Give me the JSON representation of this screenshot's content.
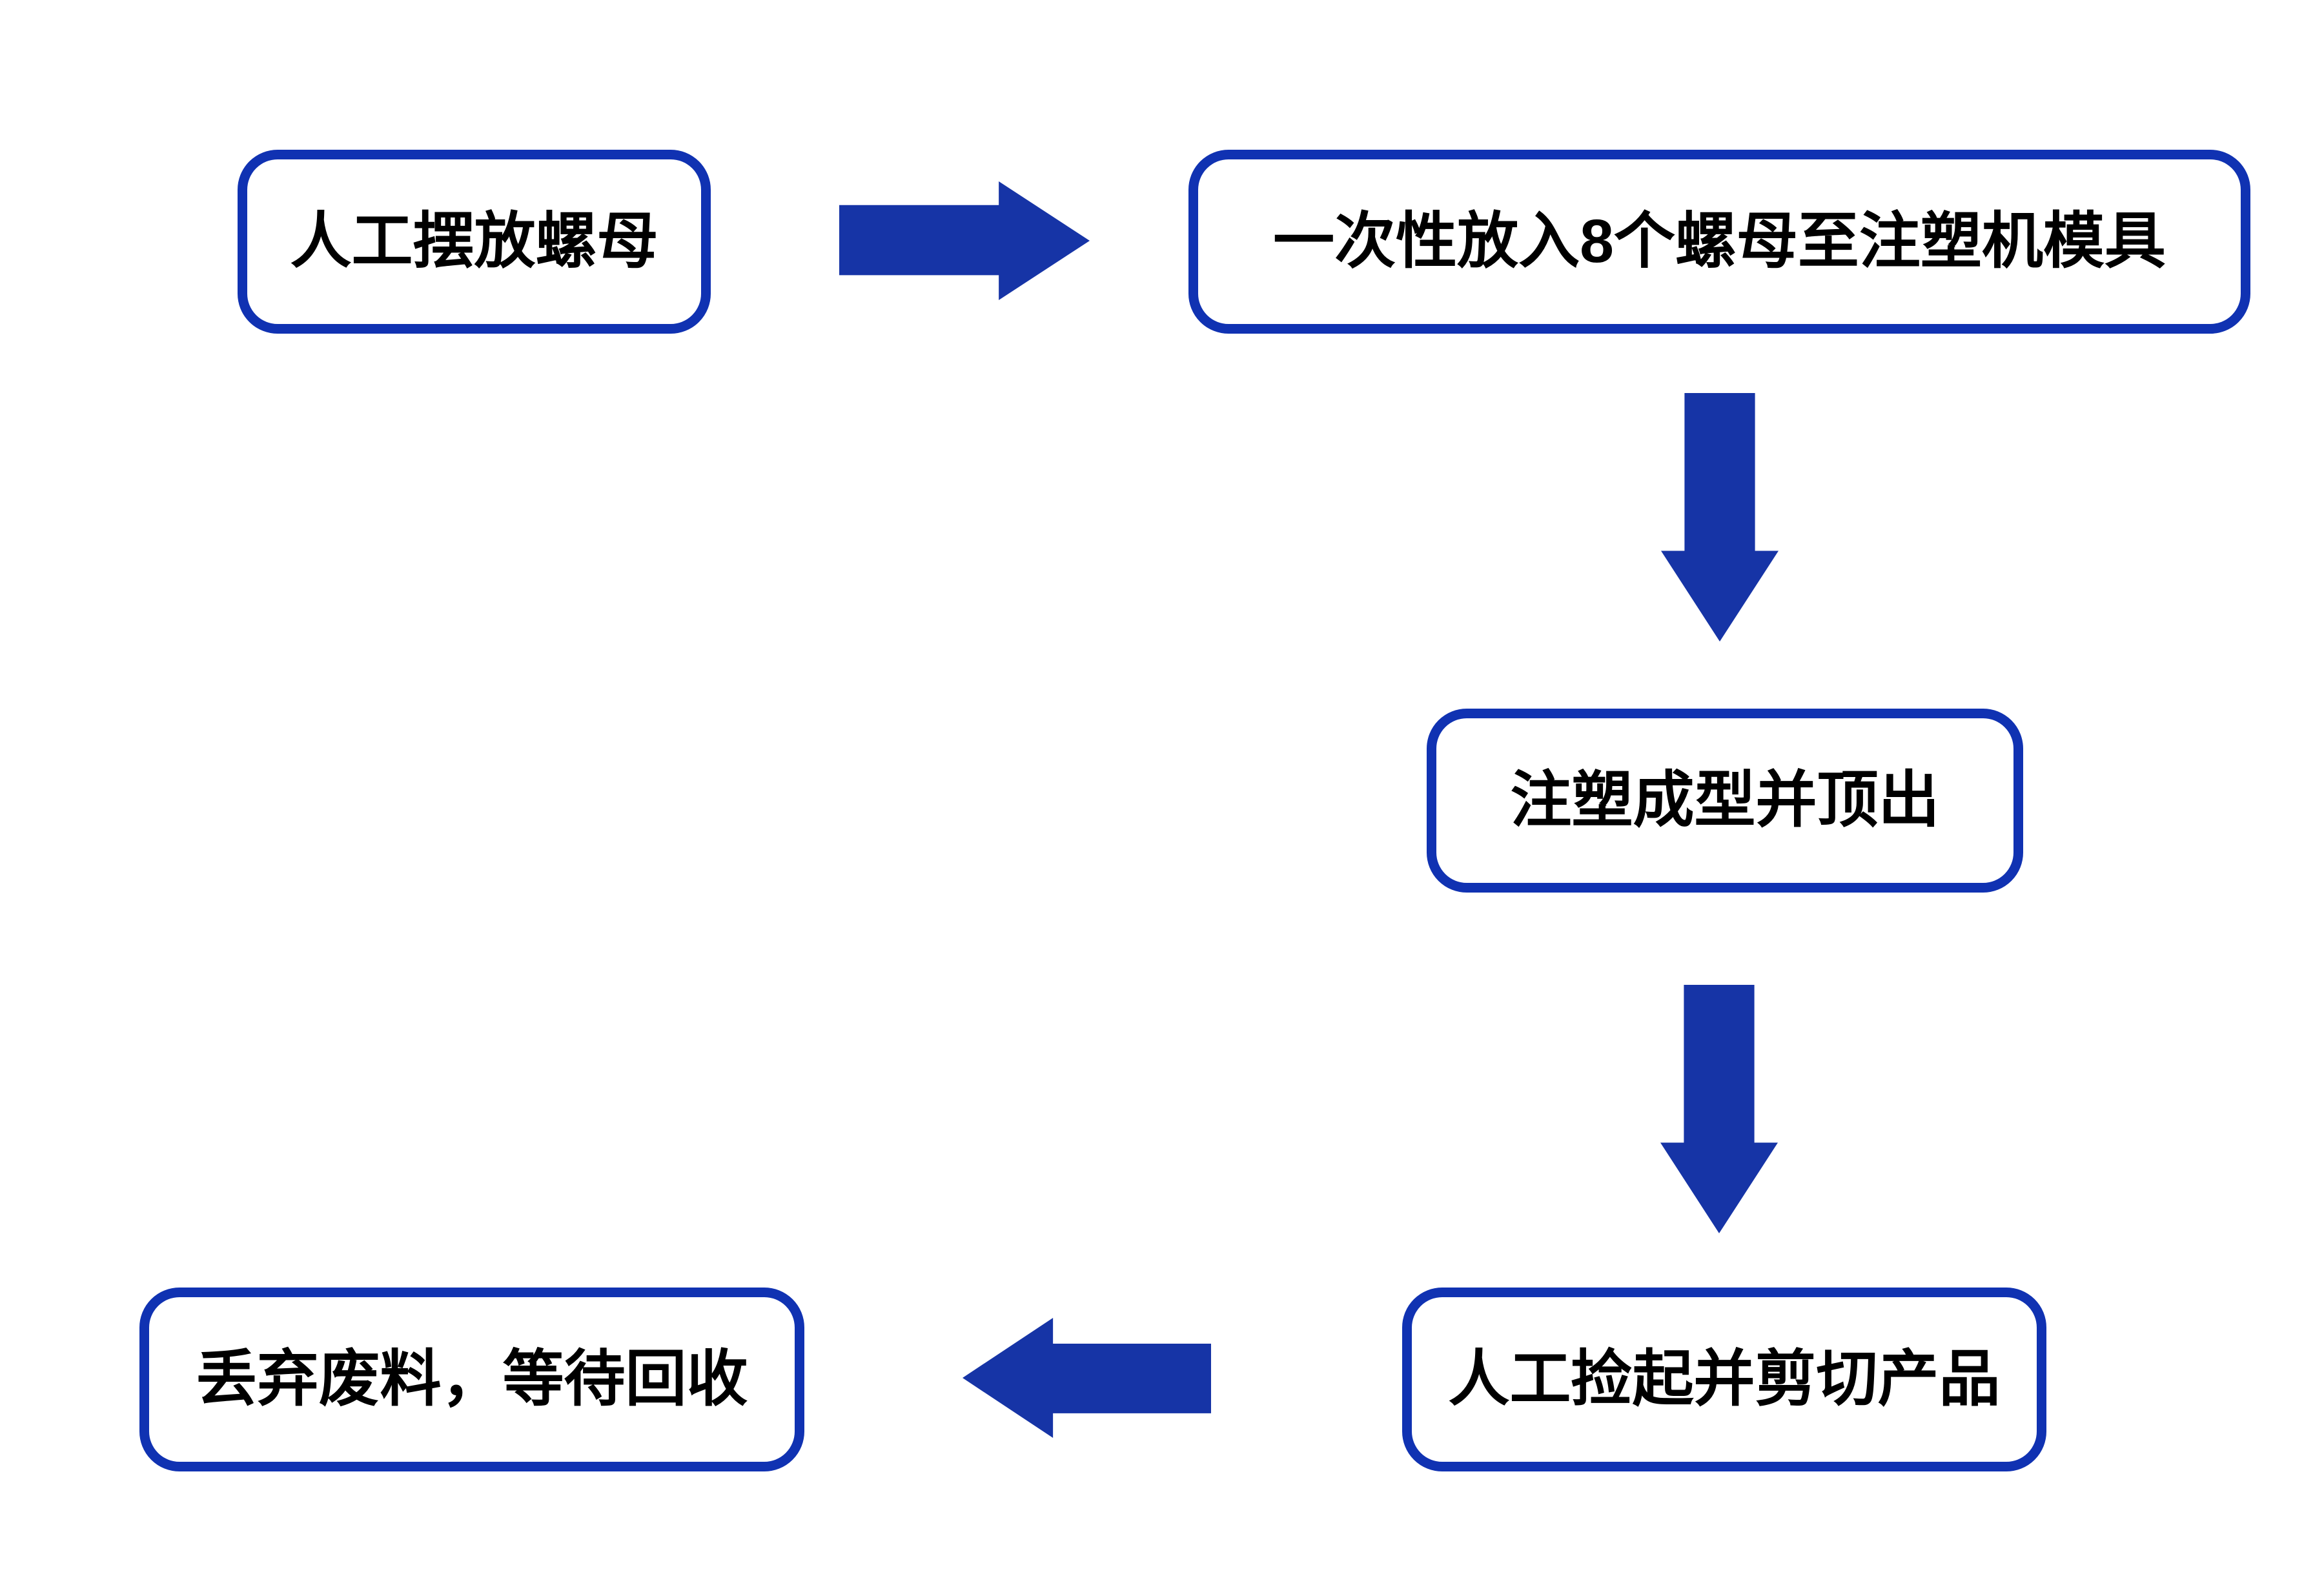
{
  "diagram": {
    "type": "flowchart",
    "background_color": "#ffffff",
    "node_border_color": "#1032b2",
    "arrow_color": "#1634a6",
    "text_color": "#000000",
    "nodes": [
      {
        "id": "place-nuts",
        "label": "人工摆放螺母"
      },
      {
        "id": "insert-8-nuts",
        "label": "一次性放入8个螺母至注塑机模具"
      },
      {
        "id": "injection-molding",
        "label": "注塑成型并顶出"
      },
      {
        "id": "pickup-and-cut",
        "label": "人工捡起并剪切产品"
      },
      {
        "id": "discard-waste",
        "label": "丢弃废料，等待回收"
      }
    ],
    "arrows": [
      {
        "from": "place-nuts",
        "to": "insert-8-nuts",
        "direction": "right"
      },
      {
        "from": "insert-8-nuts",
        "to": "injection-molding",
        "direction": "down"
      },
      {
        "from": "injection-molding",
        "to": "pickup-and-cut",
        "direction": "down"
      },
      {
        "from": "pickup-and-cut",
        "to": "discard-waste",
        "direction": "left"
      }
    ]
  }
}
